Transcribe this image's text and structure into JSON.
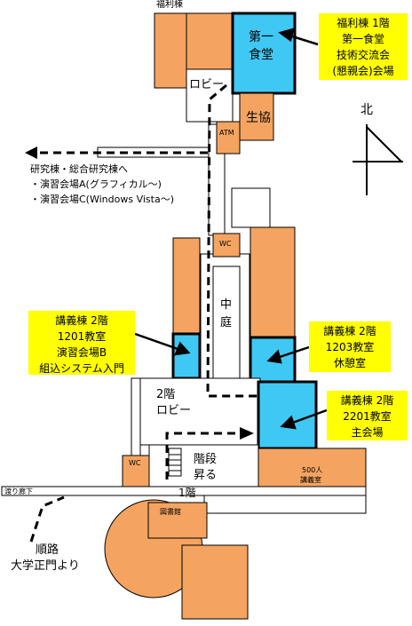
{
  "map": {
    "buildings": {
      "welfare": "福利棟",
      "cafeteria": [
        "第一",
        "食堂"
      ],
      "lobby": "ロビー",
      "coop": "生協",
      "atm": "ATM",
      "wc_upper": "WC",
      "courtyard": [
        "中",
        "庭"
      ],
      "lobby_2f": [
        "2階",
        "ロビー"
      ],
      "wc_lower": "WC",
      "stairs": [
        "階段",
        "昇る"
      ],
      "floor_1f": "1階",
      "corridor": "渡り廊下",
      "library": "図書館",
      "hall_500": [
        "500人",
        "講義室"
      ]
    },
    "north_label": "北",
    "callouts": {
      "welfare": [
        "福利棟 1階",
        "第一食堂",
        "技術交流会",
        "(懇親会)会場"
      ],
      "room_1201": [
        "講義棟 2階",
        "1201教室",
        "演習会場B",
        "組込システム入門"
      ],
      "room_1203": [
        "講義棟 2階",
        "1203教室",
        "休憩室"
      ],
      "room_2201": [
        "講義棟 2階",
        "2201教室",
        "主会場"
      ]
    },
    "research_dir": [
      "研究棟・総合研究棟へ",
      "・演習会場A(グラフィカル～)",
      "・演習会場C(Windows Vista～)"
    ],
    "route": [
      "順路",
      "大学正門より"
    ],
    "colors": {
      "building_orange": "#f4a460",
      "room_blue": "#3fc8f4",
      "callout_yellow": "#ffff00",
      "outline": "#000000"
    }
  }
}
